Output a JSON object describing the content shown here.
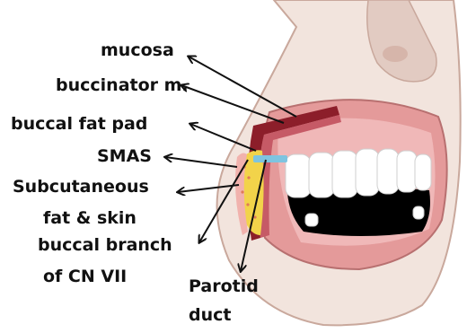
{
  "labels": {
    "mucosa": "mucosa",
    "buccinator": "buccinator m.",
    "fat_pad": "buccal fat pad",
    "smas": "SMAS",
    "subcut_1": "Subcutaneous",
    "subcut_2": "fat & skin",
    "branch_1": "buccal branch",
    "branch_2": "of CN VII",
    "parotid_1": "Parotid",
    "parotid_2": "duct"
  },
  "colors": {
    "skin": "#f2e4dd",
    "skin_shadow": "#e2cbc2",
    "lip": "#e49a9a",
    "gum": "#f0b8b8",
    "mucosa_dark": "#8c1e2a",
    "fat": "#f2d34a",
    "duct": "#7ec4e0",
    "teeth": "#ffffff",
    "mouth_dark": "#000000",
    "arrow": "#111111"
  }
}
